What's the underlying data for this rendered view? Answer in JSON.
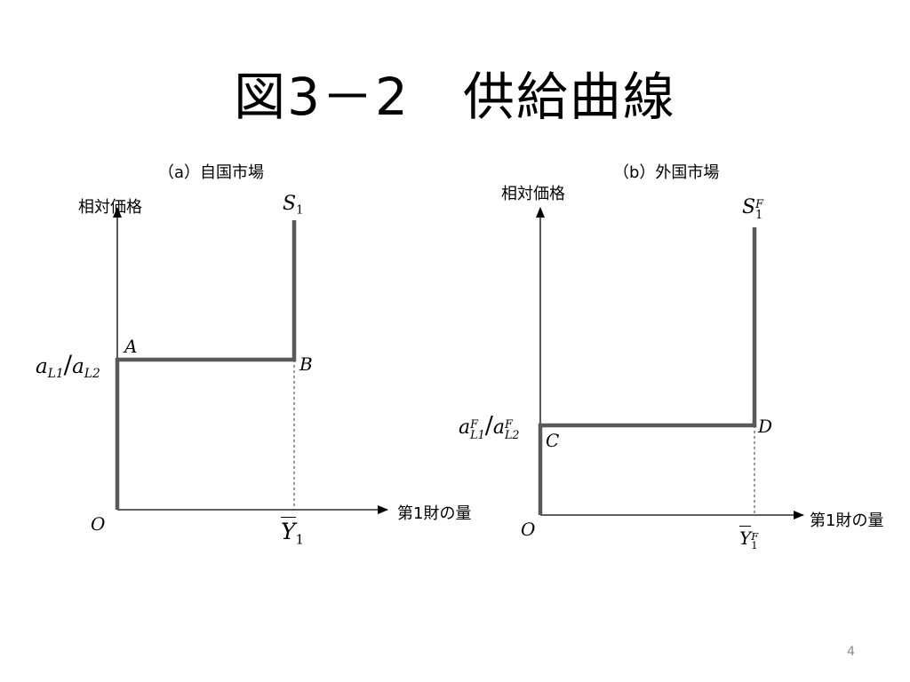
{
  "title": "図3－2　供給曲線",
  "page_number": "4",
  "panel_a": {
    "caption": "（a）自国市場",
    "y_axis_label": "相対価格",
    "x_axis_label": "第1財の量",
    "origin": "O",
    "curve_label_main": "S",
    "curve_label_sub": "1",
    "point_1": "A",
    "point_2": "B",
    "price_label": {
      "num_main": "a",
      "num_sub": "L1",
      "sep": "/",
      "den_main": "a",
      "den_sub": "L2"
    },
    "quantity_label_main": "Y",
    "quantity_label_sub": "1"
  },
  "panel_b": {
    "caption": "（b）外国市場",
    "y_axis_label": "相対価格",
    "x_axis_label": "第1財の量",
    "origin": "O",
    "curve_label_main": "S",
    "curve_label_sub": "1",
    "curve_label_sup": "F",
    "point_1": "C",
    "point_2": "D",
    "price_label": {
      "num_main": "a",
      "num_sup": "F",
      "num_sub": "L1",
      "sep": "/",
      "den_main": "a",
      "den_sup": "F",
      "den_sub": "L2"
    },
    "quantity_label_main": "Y",
    "quantity_label_sub": "1",
    "quantity_label_sup": "F"
  },
  "colors": {
    "axis": "#000000",
    "curve": "#595959",
    "dashed": "#333333"
  }
}
